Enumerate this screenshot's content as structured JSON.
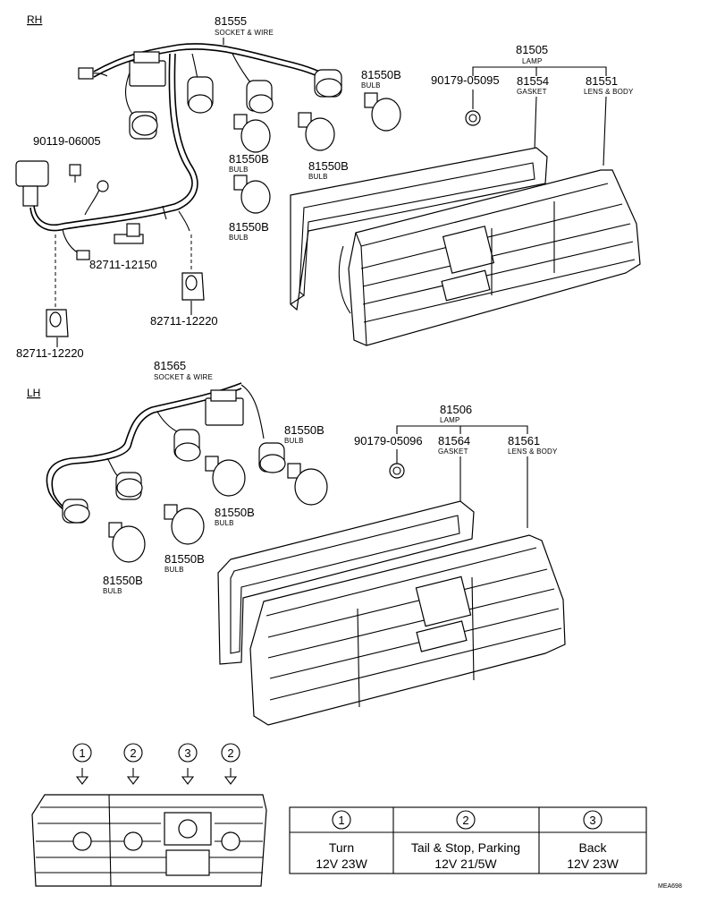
{
  "sections": {
    "rh_label": "RH",
    "lh_label": "LH"
  },
  "rh": {
    "socket_wire": {
      "part": "81555",
      "desc": "SOCKET & WIRE"
    },
    "lamp": {
      "part": "81505",
      "desc": "LAMP"
    },
    "screw": {
      "part": "90179-05095"
    },
    "gasket": {
      "part": "81554",
      "desc": "GASKET"
    },
    "lens_body": {
      "part": "81551",
      "desc": "LENS & BODY"
    },
    "bulbs": [
      {
        "part": "81550B",
        "desc": "BULB"
      },
      {
        "part": "81550B",
        "desc": "BULB"
      },
      {
        "part": "81550B",
        "desc": "BULB"
      },
      {
        "part": "81550B",
        "desc": "BULB"
      }
    ],
    "bolt": {
      "part": "90119-06005"
    },
    "clamp_a": {
      "part": "82711-12150"
    },
    "clamp_b": {
      "part": "82711-12220"
    },
    "clamp_c": {
      "part": "82711-12220"
    }
  },
  "lh": {
    "socket_wire": {
      "part": "81565",
      "desc": "SOCKET & WIRE"
    },
    "lamp": {
      "part": "81506",
      "desc": "LAMP"
    },
    "screw": {
      "part": "90179-05096"
    },
    "gasket": {
      "part": "81564",
      "desc": "GASKET"
    },
    "lens_body": {
      "part": "81561",
      "desc": "LENS & BODY"
    },
    "bulbs": [
      {
        "part": "81550B",
        "desc": "BULB"
      },
      {
        "part": "81550B",
        "desc": "BULB"
      },
      {
        "part": "81550B",
        "desc": "BULB"
      }
    ]
  },
  "position_markers": [
    "1",
    "2",
    "3",
    "2"
  ],
  "legend_table": {
    "columns": [
      {
        "num": "1",
        "name": "Turn",
        "spec": "12V 23W"
      },
      {
        "num": "2",
        "name": "Tail & Stop, Parking",
        "spec": "12V 21/5W"
      },
      {
        "num": "3",
        "name": "Back",
        "spec": "12V 23W"
      }
    ]
  },
  "diagram_code": "MEA698"
}
